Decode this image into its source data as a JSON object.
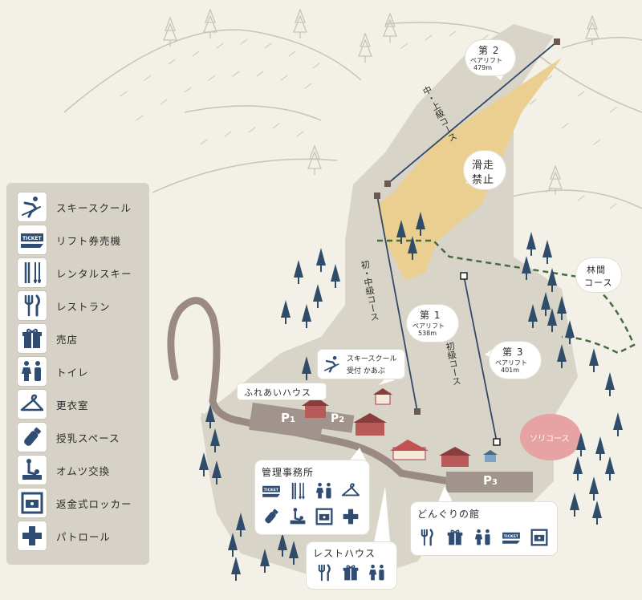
{
  "colors": {
    "background": "#f3f0e8",
    "slope": "#d9d4c8",
    "no_ski": "#ebcf90",
    "icon_blue": "#2f4d73",
    "tree": "#2f4d69",
    "woods_path": "#4a6a3f",
    "sled_area": "#e7a3a3",
    "road": "#9a8a82"
  },
  "legend": {
    "items": [
      {
        "icon": "ski-school-icon",
        "label": "スキースクール"
      },
      {
        "icon": "lift-ticket-icon",
        "label": "リフト券売機"
      },
      {
        "icon": "rental-ski-icon",
        "label": "レンタルスキー"
      },
      {
        "icon": "restaurant-icon",
        "label": "レストラン"
      },
      {
        "icon": "shop-gift-icon",
        "label": "売店"
      },
      {
        "icon": "toilet-icon",
        "label": "トイレ"
      },
      {
        "icon": "hanger-icon",
        "label": "更衣室"
      },
      {
        "icon": "nursing-bottle-icon",
        "label": "授乳スペース"
      },
      {
        "icon": "diaper-change-icon",
        "label": "オムツ交換"
      },
      {
        "icon": "locker-icon",
        "label": "返金式ロッカー"
      },
      {
        "icon": "patrol-cross-icon",
        "label": "パトロール"
      }
    ],
    "ticket_text": "TICKET"
  },
  "lifts": {
    "lift2": {
      "name": "第 2",
      "type": "ペアリフト",
      "length": "479m"
    },
    "lift1": {
      "name": "第 1",
      "type": "ペアリフト",
      "length": "538m"
    },
    "lift3": {
      "name": "第 3",
      "type": "ペアリフト",
      "length": "401m"
    }
  },
  "courses": {
    "upper_mid": "中・上級コース",
    "beg_mid": "初・中級コース",
    "beginner": "初級コース",
    "woods": "林間",
    "woods_suffix": "コース",
    "sled": "ソリコース",
    "no_ski_1": "滑走",
    "no_ski_2": "禁止"
  },
  "facilities": {
    "fureai_house": "ふれあいハウス",
    "ski_school_1": "スキースクール",
    "ski_school_2": "受付 かあぶ",
    "kanri": {
      "title": "管理事務所",
      "icons": [
        "lift-ticket-icon",
        "rental-ski-icon",
        "toilet-icon",
        "hanger-icon",
        "nursing-bottle-icon",
        "diaper-change-icon",
        "locker-icon",
        "patrol-cross-icon"
      ]
    },
    "rest_house": {
      "title": "レストハウス",
      "icons": [
        "restaurant-icon",
        "shop-gift-icon",
        "toilet-icon"
      ]
    },
    "donguri": {
      "title": "どんぐりの館",
      "icons": [
        "restaurant-icon",
        "shop-gift-icon",
        "toilet-icon",
        "lift-ticket-icon",
        "locker-icon"
      ]
    }
  },
  "parking": {
    "p1": "P",
    "p1_sub": "1",
    "p2": "P",
    "p2_sub": "2",
    "p3": "P",
    "p3_sub": "3"
  }
}
